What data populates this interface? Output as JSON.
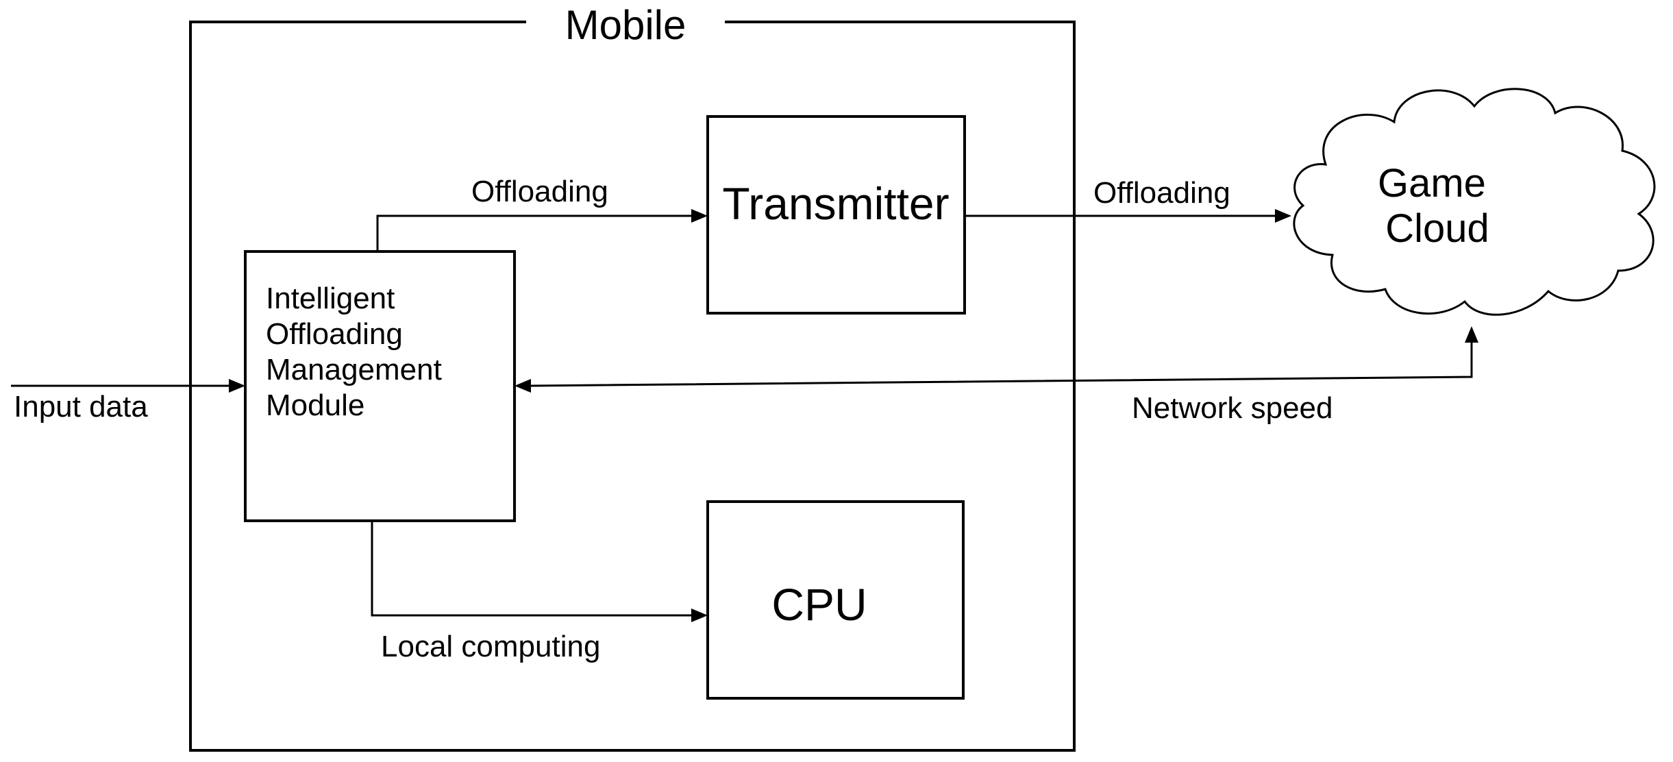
{
  "diagram": {
    "container_title": "Mobile",
    "module_lines": [
      "Intelligent",
      "Offloading",
      "Management",
      "Module"
    ],
    "transmitter": "Transmitter",
    "cpu": "CPU",
    "cloud_lines": [
      "Game",
      "Cloud"
    ],
    "labels": {
      "input": "Input data",
      "offloading_internal": "Offloading",
      "offloading_external": "Offloading",
      "local_computing": "Local computing",
      "network_speed": "Network speed"
    }
  }
}
